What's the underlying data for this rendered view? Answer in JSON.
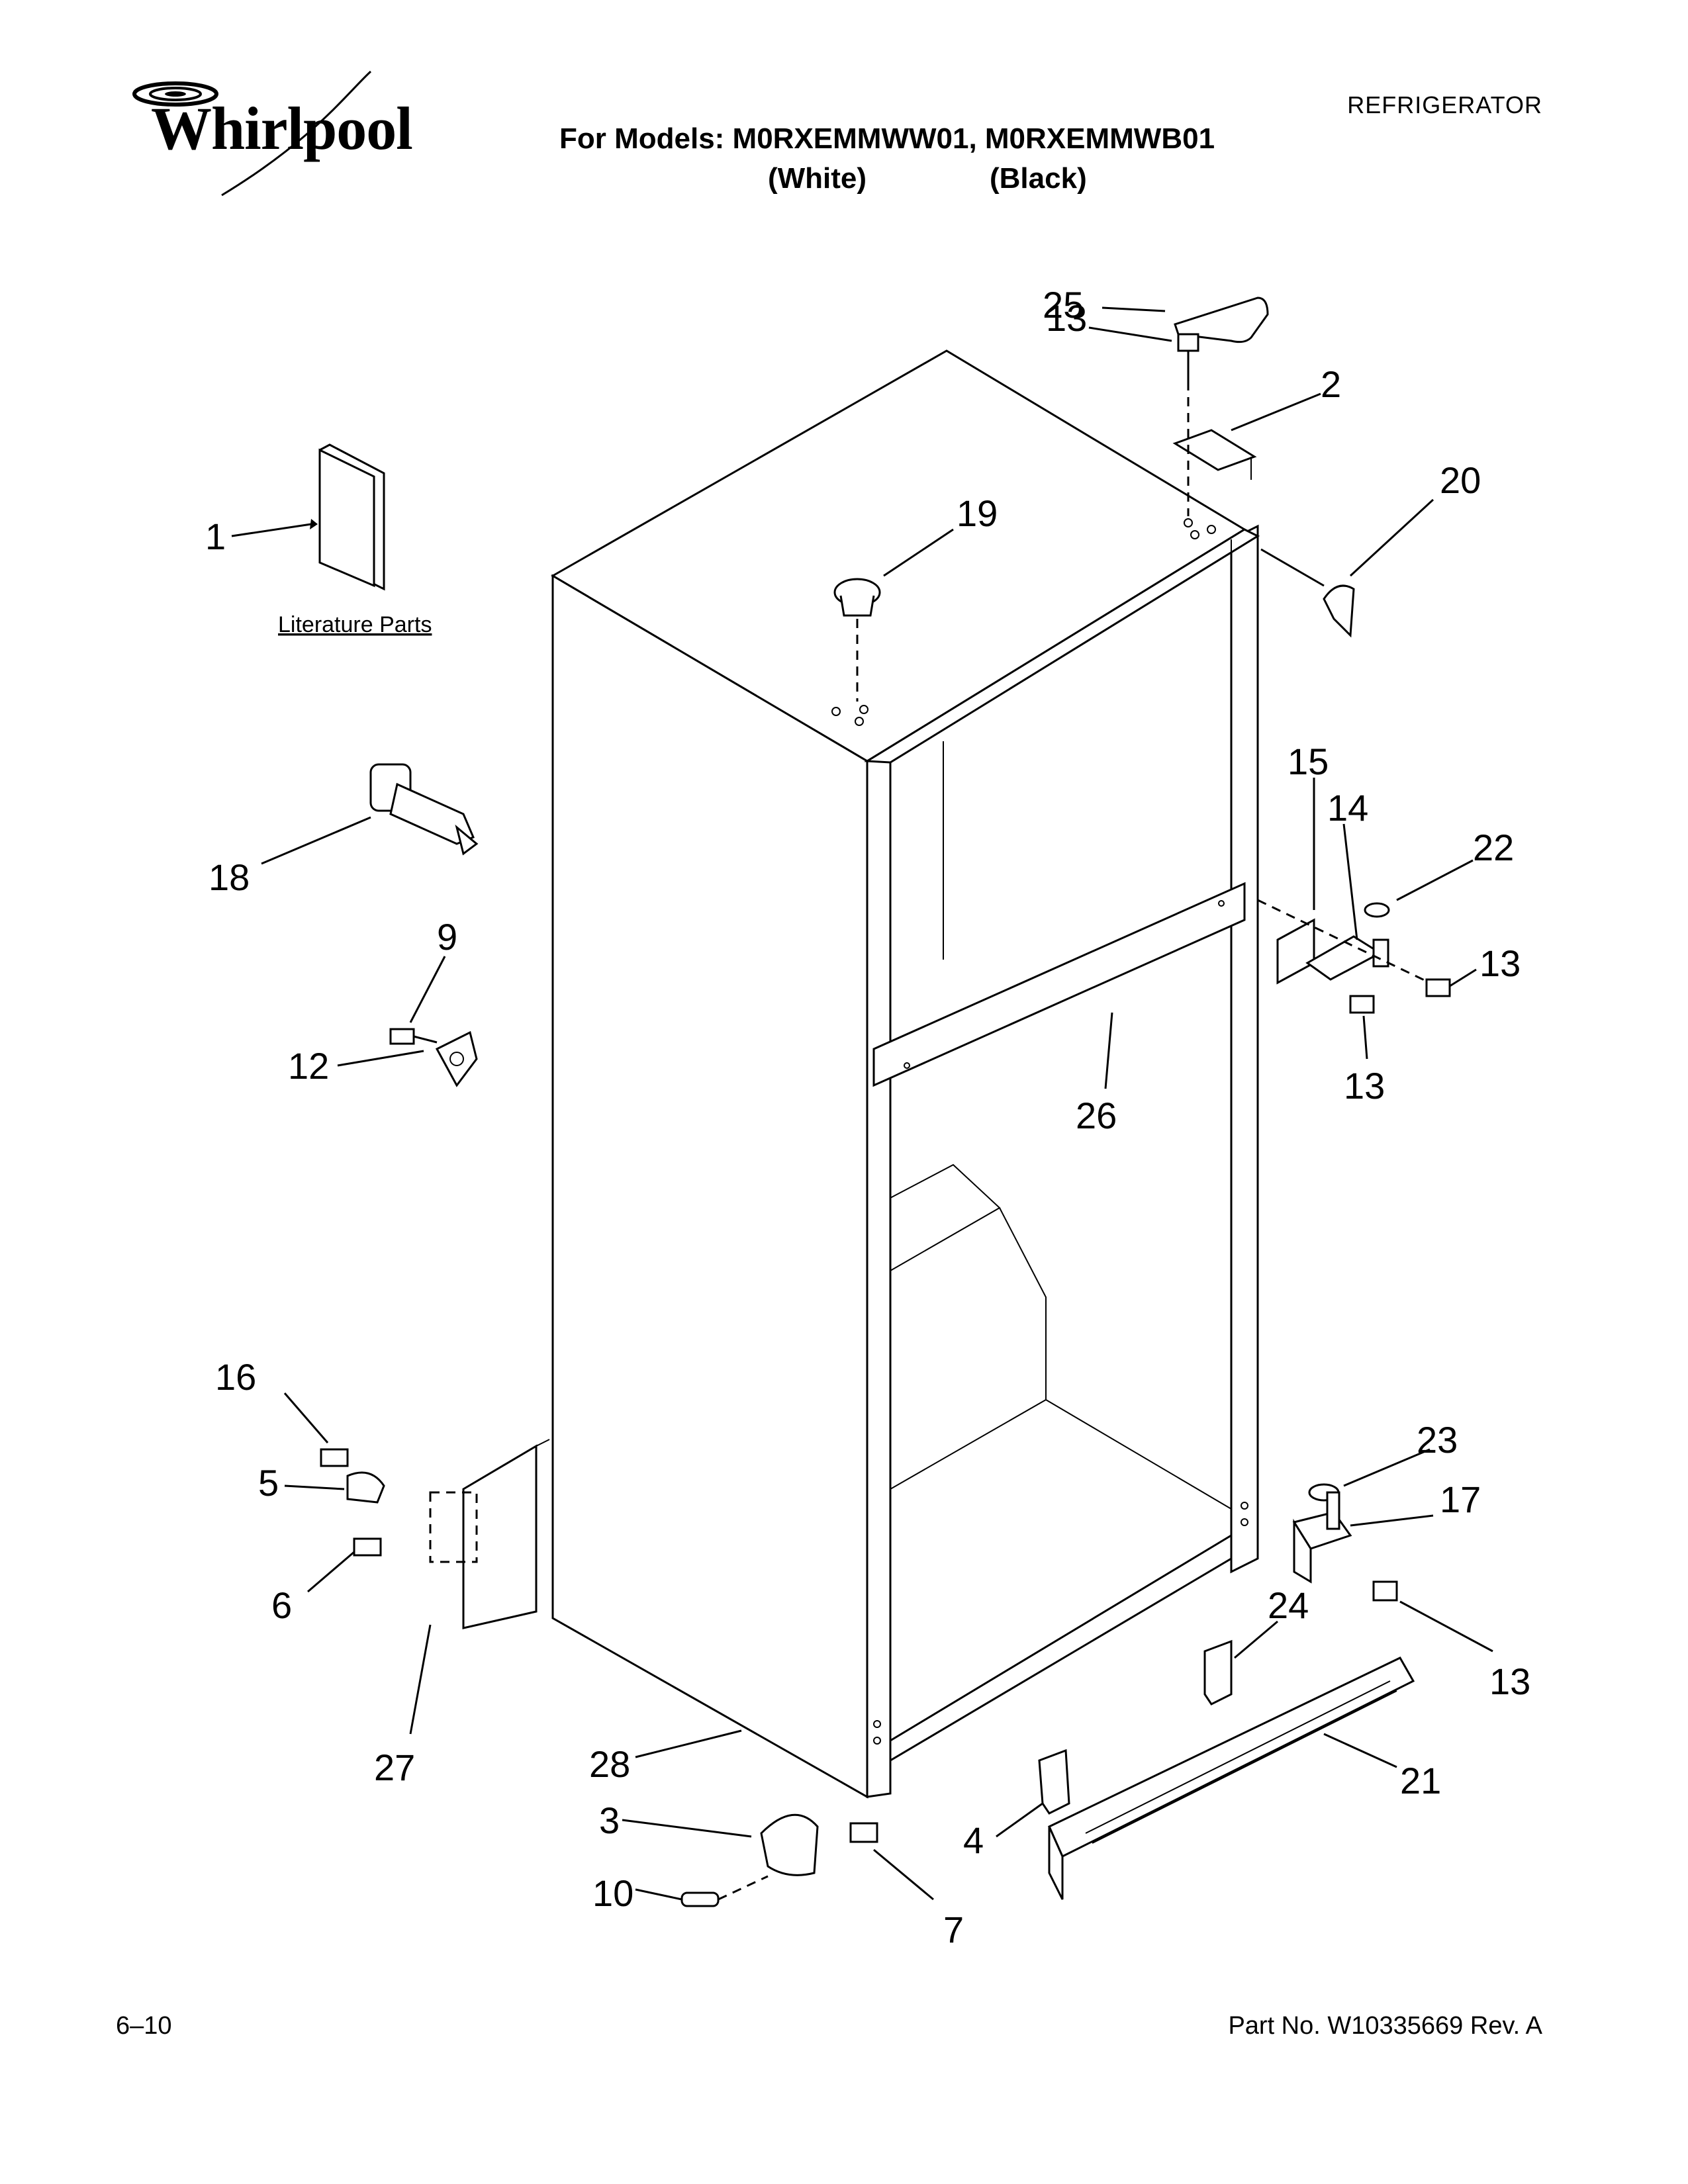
{
  "brand": {
    "name": "Whirlpool"
  },
  "header": {
    "doc_type": "REFRIGERATOR",
    "models": "For Models: M0RXEMMWW01, M0RXEMMWB01",
    "variant_white": "(White)",
    "variant_black": "(Black)"
  },
  "literature_label": "Literature Parts",
  "callouts": [
    "1",
    "2",
    "3",
    "4",
    "5",
    "6",
    "7",
    "9",
    "10",
    "12",
    "13",
    "13",
    "13",
    "13",
    "14",
    "15",
    "16",
    "17",
    "18",
    "19",
    "20",
    "21",
    "22",
    "23",
    "24",
    "25",
    "26",
    "27",
    "28"
  ],
  "footer": {
    "date": "6–10",
    "part_no": "Part No. W10335669 Rev. A"
  }
}
